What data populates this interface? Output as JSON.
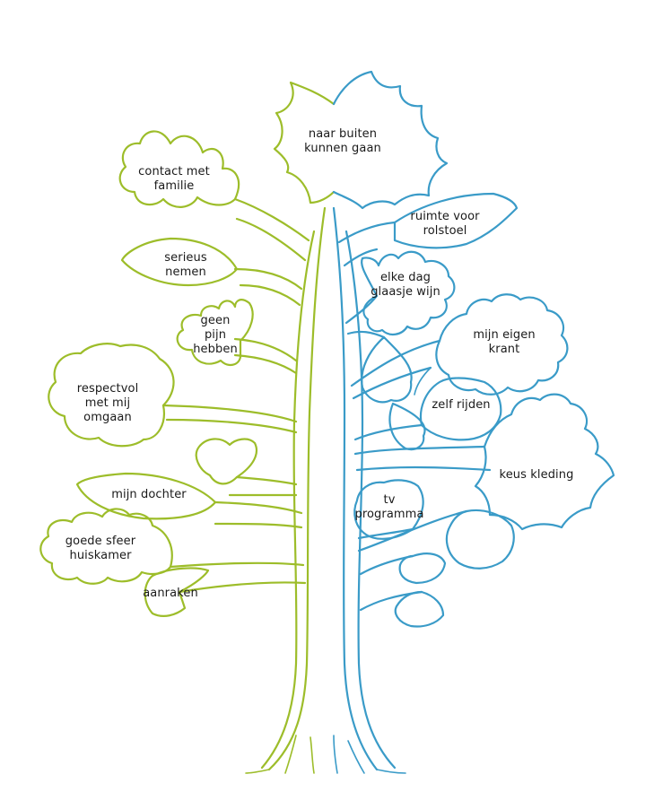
{
  "colors": {
    "left_branch": "#9dbd2a",
    "right_branch": "#3a9bc8",
    "text": "#1a1a1a"
  },
  "leaves_left": [
    {
      "id": "contact-met-familie",
      "text": "contact met\nfamilie"
    },
    {
      "id": "serieus-nemen",
      "text": "serieus\nnemen"
    },
    {
      "id": "geen-pijn-hebben",
      "text": "geen\npijn\nhebben"
    },
    {
      "id": "respectvol",
      "text": "respectvol\nmet mij\nomgaan"
    },
    {
      "id": "mijn-dochter",
      "text": "mijn dochter"
    },
    {
      "id": "goede-sfeer",
      "text": "goede sfeer\nhuiskamer"
    },
    {
      "id": "aanraken",
      "text": "aanraken"
    }
  ],
  "leaves_right": [
    {
      "id": "naar-buiten",
      "text": "naar buiten\nkunnen gaan"
    },
    {
      "id": "ruimte-rolstoel",
      "text": "ruimte voor\nrolstoel"
    },
    {
      "id": "glaasje-wijn",
      "text": "elke dag\nglaasje wijn"
    },
    {
      "id": "eigen-krant",
      "text": "mijn eigen\nkrant"
    },
    {
      "id": "zelf-rijden",
      "text": "zelf rijden"
    },
    {
      "id": "keus-kleding",
      "text": "keus kleding"
    },
    {
      "id": "tv-programma",
      "text": "tv\nprogramma"
    }
  ]
}
